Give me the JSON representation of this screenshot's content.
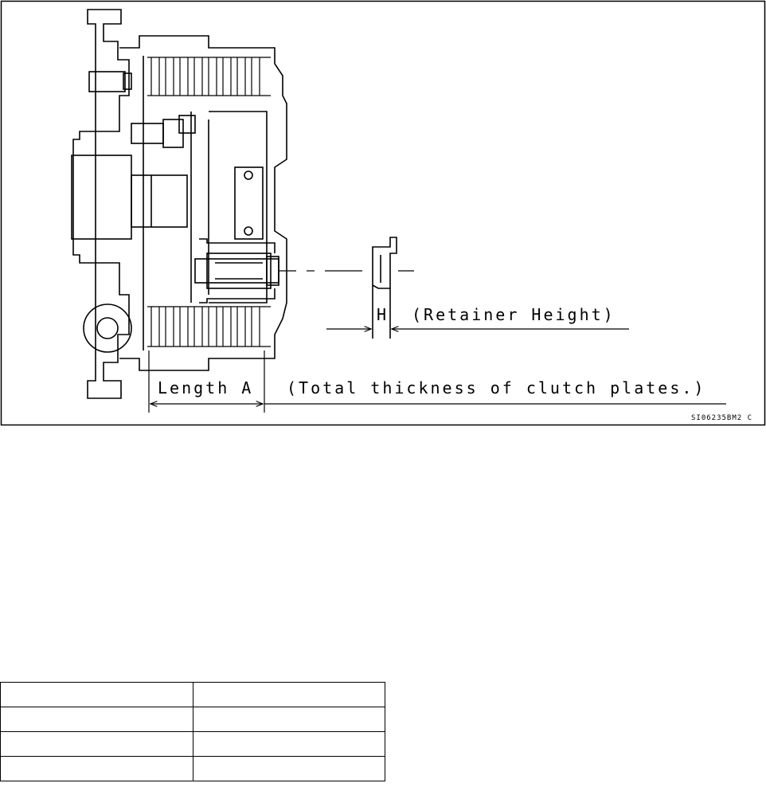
{
  "figure": {
    "length_label": "Length A",
    "length_note": "(Total thickness of clutch plates.)",
    "height_label": "H",
    "height_note": "(Retainer Height)",
    "code": "SI06235BM2 C"
  },
  "table": {
    "rows": [
      [
        "",
        ""
      ],
      [
        "",
        ""
      ],
      [
        "",
        ""
      ],
      [
        "",
        ""
      ]
    ]
  }
}
